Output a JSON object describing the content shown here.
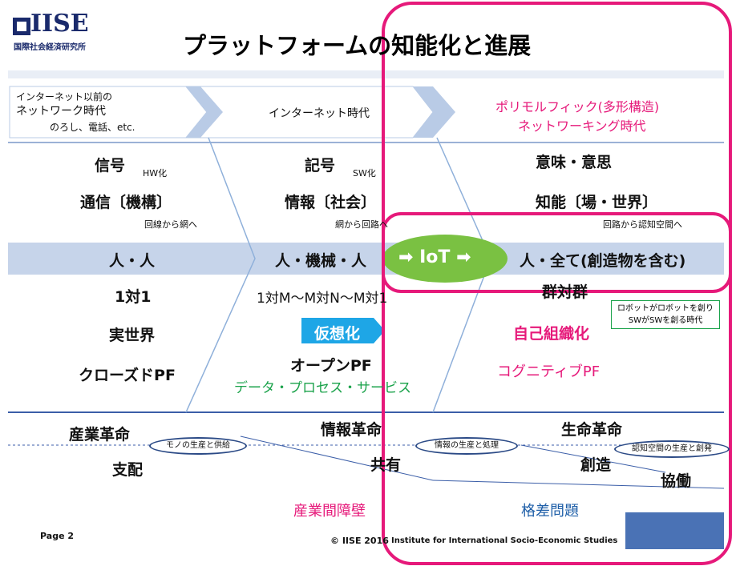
{
  "logo": {
    "name": "IISE",
    "subtitle": "国際社会経済研究所"
  },
  "title": "プラットフォームの知能化と進展",
  "eras": {
    "pre_internet": {
      "line1": "インターネット以前の",
      "line2": "ネットワーク時代",
      "line3": "のろし、電話、etc."
    },
    "internet": {
      "label": "インターネット時代"
    },
    "polymorphic": {
      "line1": "ポリモルフィック(多形構造)",
      "line2": "ネットワーキング時代"
    }
  },
  "col1": {
    "signal": "信号",
    "hw": "HW化",
    "comm": "通信〔機構〕",
    "line_to_net": "回線から網へ",
    "people": "人・人",
    "ratio": "1対1",
    "real": "実世界",
    "closed": "クローズドPF"
  },
  "col2": {
    "symbol": "記号",
    "sw": "SW化",
    "info": "情報〔社会〕",
    "net_to_circuit": "網から回路へ",
    "people": "人・機械・人",
    "ratio": "1対M〜M対N〜M対1",
    "virtual": "仮想化",
    "open": "オープンPF",
    "dps": "データ・プロセス・サービス"
  },
  "col3": {
    "meaning": "意味・意思",
    "intel": "知能〔場・世界〕",
    "circuit_to_cog": "回路から認知空間へ",
    "people": "人・全て(創造物を含む)",
    "ratio": "群対群",
    "self_org": "自己組織化",
    "cognitive": "コグニティブPF",
    "robot_note1": "ロボットがロボットを創り",
    "robot_note2": "SWがSWを創る時代"
  },
  "iot": {
    "label": "IoT"
  },
  "revolutions": {
    "industrial": "産業革命",
    "goods": "モノの生産と供給",
    "control": "支配",
    "information": "情報革命",
    "info_proc": "情報の生産と処理",
    "share": "共有",
    "life": "生命革命",
    "cog_space": "認知空間の生産と創発",
    "create": "創造",
    "cooperate": "協働",
    "barrier": "産業間障壁",
    "gap": "格差問題"
  },
  "footer": {
    "page": "Page 2",
    "copyright": "© IISE 2016",
    "institute": "Institute for International Socio-Economic Studies"
  },
  "colors": {
    "pink": "#e6197a",
    "band": "#c6d4ea",
    "arrow": "#b9cbe6",
    "iot_green": "#7ac142",
    "navy": "#1a2a6c"
  }
}
